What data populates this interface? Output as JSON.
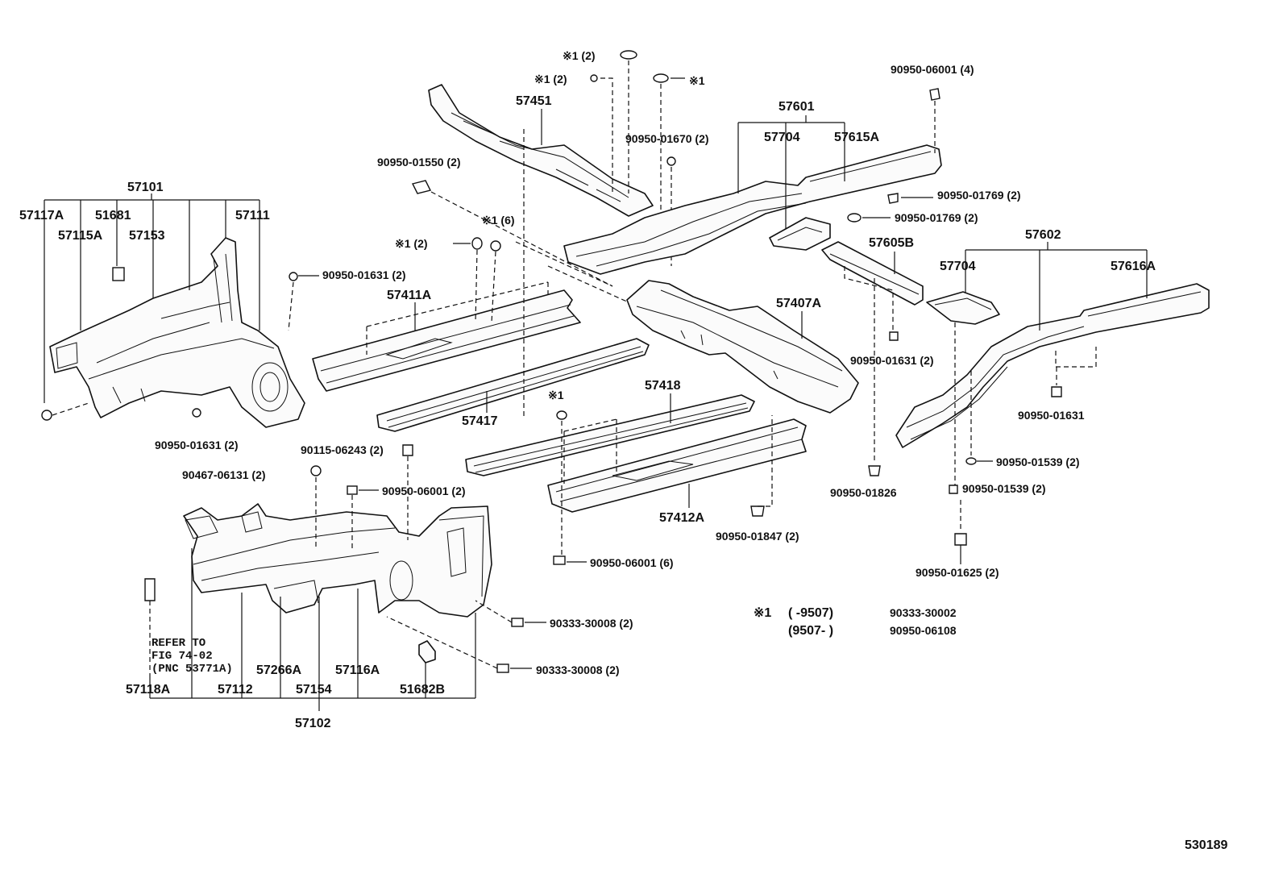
{
  "labels": {
    "l57101": "57101",
    "l57117A": "57117A",
    "l51681": "51681",
    "l57111": "57111",
    "l57115A": "57115A",
    "l57153": "57153",
    "l90950_01631_2a": "90950-01631 (2)",
    "l90950_01631_2b": "90950-01631 (2)",
    "l90950_01550": "90950-01550 (2)",
    "l57451": "57451",
    "lx1_2_top": "※1 (2)",
    "lx1_2_mid": "※1 (2)",
    "lx1_single_top": "※1",
    "lx1_6": "※1 (6)",
    "lx1_2_left": "※1 (2)",
    "lx1_single_mid": "※1",
    "l90950_01670": "90950-01670 (2)",
    "l57411A": "57411A",
    "l57417": "57417",
    "l57418": "57418",
    "l57412A": "57412A",
    "l57407A": "57407A",
    "l57601": "57601",
    "l57704a": "57704",
    "l57615A": "57615A",
    "l90950_06001_4": "90950-06001 (4)",
    "l90950_01769a": "90950-01769 (2)",
    "l90950_01769b": "90950-01769 (2)",
    "l57605B": "57605B",
    "l57602": "57602",
    "l57704b": "57704",
    "l57616A": "57616A",
    "l90950_01631_c": "90950-01631 (2)",
    "l90950_01631_d": "90950-01631",
    "l90950_01826": "90950-01826",
    "l90950_01847": "90950-01847 (2)",
    "l90950_01539a": "90950-01539 (2)",
    "l90950_01539b": "90950-01539 (2)",
    "l90950_01625": "90950-01625 (2)",
    "l90950_06001_6": "90950-06001 (6)",
    "l90115_06243": "90115-06243 (2)",
    "l90467_06131": "90467-06131 (2)",
    "l90950_06001_2": "90950-06001 (2)",
    "l90333_30008a": "90333-30008 (2)",
    "l90333_30008b": "90333-30008 (2)",
    "l57118A": "57118A",
    "l57112": "57112",
    "l57154": "57154",
    "l51682B": "51682B",
    "l57266A": "57266A",
    "l57116A": "57116A",
    "l57102": "57102",
    "refer1": "REFER TO",
    "refer2": "FIG 74-02",
    "refer3": "(PNC 53771A)",
    "note_x1": "※1",
    "note_r1_range": "(        -9507)",
    "note_r1_part": "90333-30002",
    "note_r2_range": "(9507-        )",
    "note_r2_part": "90950-06108",
    "figure_id": "530189"
  }
}
